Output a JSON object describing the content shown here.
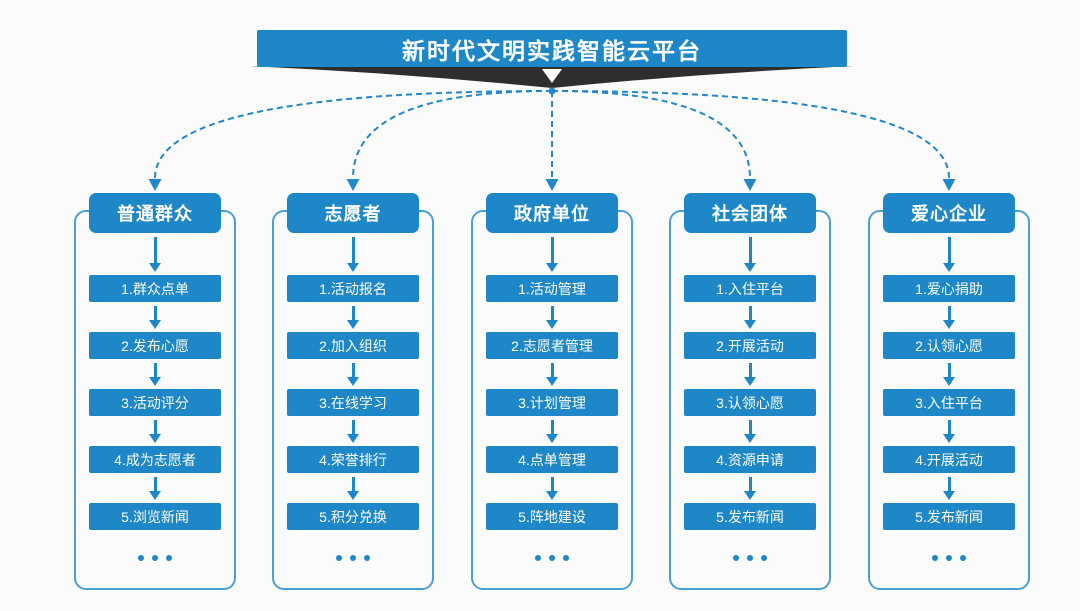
{
  "banner": {
    "title": "新时代文明实践智能云平台"
  },
  "columns": [
    {
      "title": "普通群众",
      "steps": [
        "1.群众点单",
        "2.发布心愿",
        "3.活动评分",
        "4.成为志愿者",
        "5.浏览新闻"
      ],
      "more": "•••"
    },
    {
      "title": "志愿者",
      "steps": [
        "1.活动报名",
        "2.加入组织",
        "3.在线学习",
        "4.荣誉排行",
        "5.积分兑换"
      ],
      "more": "•••"
    },
    {
      "title": "政府单位",
      "steps": [
        "1.活动管理",
        "2.志愿者管理",
        "3.计划管理",
        "4.点单管理",
        "5.阵地建设"
      ],
      "more": "•••"
    },
    {
      "title": "社会团体",
      "steps": [
        "1.入住平台",
        "2.开展活动",
        "3.认领心愿",
        "4.资源申请",
        "5.发布新闻"
      ],
      "more": "•••"
    },
    {
      "title": "爱心企业",
      "steps": [
        "1.爱心捐助",
        "2.认领心愿",
        "3.入住平台",
        "4.开展活动",
        "5.发布新闻"
      ],
      "more": "•••"
    }
  ],
  "colors": {
    "primary": "#1e87c8",
    "frame": "#4aa0d5",
    "wing": "#2e2e2e",
    "bg": "#fbfbfb",
    "connector": "#2288ca"
  }
}
